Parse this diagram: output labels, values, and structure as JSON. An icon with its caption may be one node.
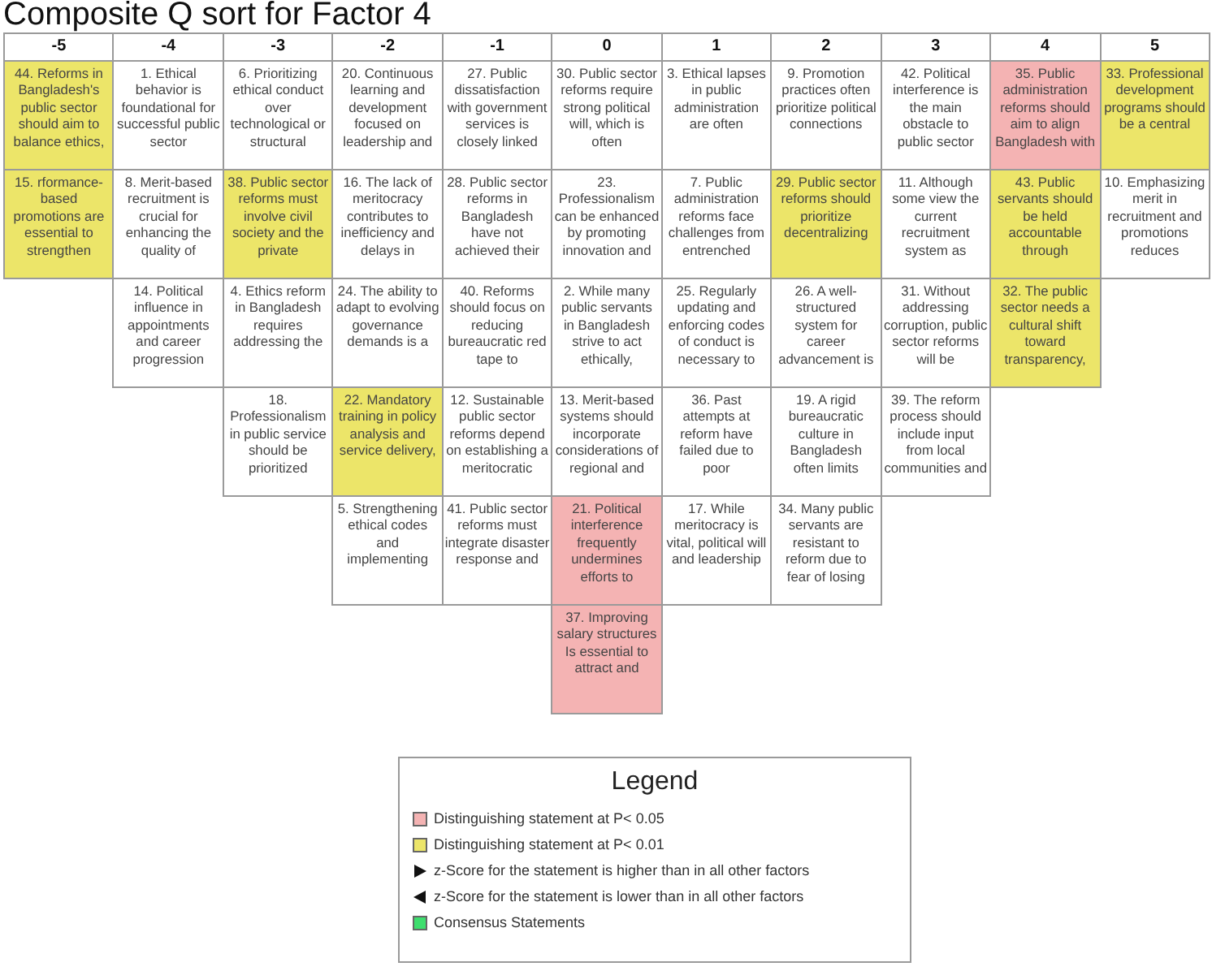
{
  "diagram": {
    "title": "Composite Q sort for Factor 4",
    "nodes": [
      {
        "text": [
          "-5"
        ]
      },
      {
        "text": [
          "44. Reforms in Bangladesh's public sector should aim to balance ethics,"
        ],
        "in": 0
      },
      {
        "text": [
          "15. rformance-based promotions are essential to strengthen"
        ],
        "in": 0
      },
      {
        "text": [
          "-4"
        ]
      },
      {
        "text": [
          "1. Ethical behavior is foundational for successful public sector"
        ],
        "in": 3
      },
      {
        "text": [
          "8. Merit-based recruitment is crucial for enhancing the quality of"
        ],
        "in": 3
      },
      {
        "text": [
          "14. Political influence in appointments and career progression"
        ],
        "in": 3
      },
      {
        "text": [
          "-3"
        ]
      },
      {
        "text": [
          "6. Prioritizing ethical conduct over technological or structural"
        ],
        "in": 7
      },
      {
        "text": [
          "38. Public sector reforms must involve civil society and the private"
        ],
        "in": 7
      },
      {
        "text": [
          "4. Ethics reform in Bangladesh requires addressing the"
        ],
        "in": 7
      },
      {
        "text": [
          "18. Professionalism in public service should be prioritized"
        ],
        "in": 7
      },
      {
        "text": [
          "-2"
        ]
      },
      {
        "text": [
          "20. Continuous learning and development focused on leadership and"
        ],
        "in": 12
      },
      {
        "text": [
          "16. The lack of meritocracy contributes to inefficiency and delays in"
        ],
        "in": 12
      },
      {
        "text": [
          "24. The ability to adapt to evolving governance demands is a"
        ],
        "in": 12
      },
      {
        "text": [
          "22. Mandatory training in policy analysis and service delivery,"
        ],
        "in": 12
      },
      {
        "text": [
          "5. Strengthening ethical codes and implementing"
        ],
        "in": 12
      },
      {
        "text": [
          "-1"
        ]
      },
      {
        "text": [
          "27. Public dissatisfaction with government services is closely linked"
        ],
        "in": 18
      },
      {
        "text": [
          "28. Public sector reforms in Bangladesh have not achieved their"
        ],
        "in": 18
      },
      {
        "text": [
          "40. Reforms should focus on reducing bureaucratic red tape to"
        ],
        "in": 18
      },
      {
        "text": [
          "12. Sustainable public sector reforms depend on establishing a meritocratic"
        ],
        "in": 18
      },
      {
        "text": [
          "41. Public sector reforms must integrate disaster response and"
        ],
        "in": 18
      },
      {
        "text": [
          "0"
        ]
      },
      {
        "text": [
          "30. Public sector reforms require strong political will, which is often"
        ],
        "in": 24
      },
      {
        "text": [
          "23. Professionalism can be enhanced by promoting innovation and"
        ],
        "in": 24
      },
      {
        "text": [
          "2. While many public servants in Bangladesh strive to act ethically,"
        ],
        "in": 24
      },
      {
        "text": [
          "13. Merit-based systems should incorporate considerations of regional and"
        ],
        "in": 24
      },
      {
        "text": [
          "21. Political interference frequently undermines efforts to"
        ],
        "in": 24
      },
      {
        "text": [
          "37. Improving salary structures Is essential to attract and"
        ],
        "in": 24
      },
      {
        "text": [
          "1"
        ]
      },
      {
        "text": [
          "3. Ethical lapses in public administration are often"
        ],
        "in": 31
      },
      {
        "text": [
          "7. Public administration reforms face challenges from entrenched"
        ],
        "in": 31
      },
      {
        "text": [
          "25. Regularly updating and enforcing codes of conduct is necessary to"
        ],
        "in": 31
      },
      {
        "text": [
          "36. Past attempts at reform have failed due to poor"
        ],
        "in": 31
      },
      {
        "text": [
          "17. While meritocracy is vital, political will and leadership"
        ],
        "in": 31
      },
      {
        "text": [
          "2"
        ]
      },
      {
        "text": [
          "9. Promotion practices often prioritize political connections"
        ],
        "in": 37
      },
      {
        "text": [
          "29. Public sector reforms should prioritize decentralizing"
        ],
        "in": 37
      },
      {
        "text": [
          "26. A well-structured system for career advancement is"
        ],
        "in": 37
      },
      {
        "text": [
          "19. A rigid bureaucratic culture in Bangladesh often limits"
        ],
        "in": 37
      },
      {
        "text": [
          "34. Many public servants are resistant to reform due to fear of losing"
        ],
        "in": 37
      },
      {
        "text": [
          "3"
        ]
      },
      {
        "text": [
          "42. Political interference is the main obstacle to public sector"
        ],
        "in": 43
      },
      {
        "text": [
          "11. Although some view the current recruitment system as"
        ],
        "in": 43
      },
      {
        "text": [
          "31. Without addressing corruption, public sector reforms will be"
        ],
        "in": 43
      },
      {
        "text": [
          "39. The reform process should include input from local communities and"
        ],
        "in": 43
      },
      {
        "text": [
          "4"
        ]
      },
      {
        "text": [
          "35. Public administration reforms should aim to align Bangladesh with"
        ],
        "in": 48
      },
      {
        "text": [
          "43. Public servants should be held accountable through"
        ],
        "in": 48
      },
      {
        "text": [
          "32. The public sector needs a cultural shift toward transparency,"
        ],
        "in": 48
      },
      {
        "text": [
          "5"
        ]
      },
      {
        "text": [
          "33. Professional development programs should be a central"
        ],
        "in": 52
      },
      {
        "text": [
          "10. Emphasizing merit in recruitment and promotions reduces"
        ],
        "in": 52
      }
    ],
    "labels": [
      "Legend"
    ],
    "legend": [
      {
        "text": "Distinguishing statement at P< 0.05",
        "color": "#f4b3b3"
      },
      {
        "text": "Distinguishing statement at P< 0.01",
        "color": "#ece569"
      },
      {
        "text": "z-Score for the statement is higher than in all other factors"
      },
      {
        "text": "z-Score for the statement is lower than in all other factors"
      },
      {
        "text": "Consensus Statements",
        "color": "#3ede6e"
      }
    ]
  }
}
